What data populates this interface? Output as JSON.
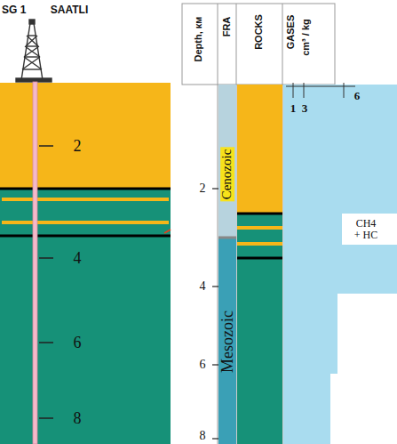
{
  "diagram": {
    "labels": [
      "SG 1",
      "SAATLI",
      "2",
      "4",
      "6",
      "8",
      "Depth, км",
      "FRA",
      "ROCKS",
      "GASES",
      "cm³ / kg",
      "1",
      "3",
      "6",
      "2",
      "4",
      "6",
      "8",
      "Cenozoic",
      "Mesozoic",
      "CH4 + HC"
    ]
  }
}
